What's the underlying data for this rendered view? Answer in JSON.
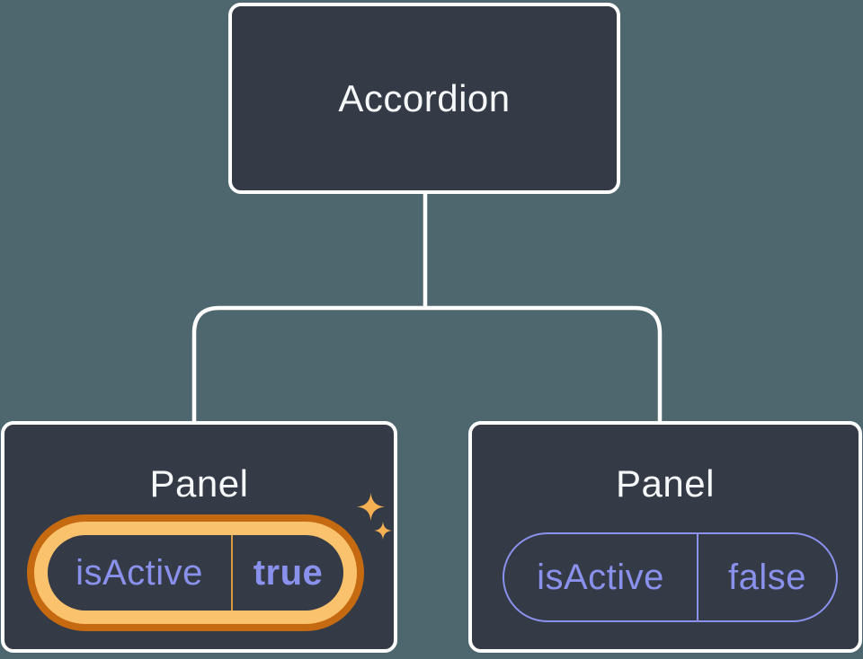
{
  "diagram": {
    "type": "component-tree",
    "background_color": "#4e666d",
    "node_fill": "#343b46",
    "node_border_color": "#ffffff",
    "connector_color": "#ffffff",
    "state_text_color": "#8a91ec",
    "root": {
      "label": "Accordion"
    },
    "children": [
      {
        "label": "Panel",
        "state": {
          "key": "isActive",
          "value": "true"
        },
        "highlighted": true,
        "highlight": {
          "ring_outer_color": "#c56a11",
          "ring_inner_color": "#fbc26d",
          "divider_color": "#d99b40",
          "sparkle_color": "#f5b053"
        }
      },
      {
        "label": "Panel",
        "state": {
          "key": "isActive",
          "value": "false"
        },
        "highlighted": false,
        "pill_border_color": "#8a91ec"
      }
    ]
  }
}
